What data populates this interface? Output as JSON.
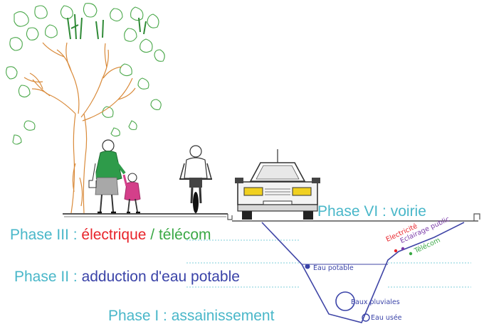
{
  "phases": {
    "phase6": {
      "label": "Phase VI : voirie"
    },
    "phase3": {
      "prefix": "Phase III : ",
      "electric": "électrique",
      "sep": " / ",
      "telecom": "télécom"
    },
    "phase2": {
      "prefix": "Phase II : ",
      "water": "adduction d'eau potable"
    },
    "phase1": {
      "label": "Phase I : assainissement"
    }
  },
  "network_labels": {
    "eau_potable": "Eau potable",
    "eaux_pluviales": "Eaux pluviales",
    "eau_usee": "Eau usée",
    "electricite": "Electricité",
    "eclairage_public": "Eclairage public",
    "telecom": "Télécom"
  },
  "colors": {
    "phase_text": "#49b7c9",
    "electric": "#e8232a",
    "telecom": "#3aa845",
    "water": "#3a43a8",
    "trench": "#3f45a6",
    "ground": "#555555",
    "dashed_level": "#7fcfd8",
    "tree_foliage": "#4aa84a",
    "tree_trunk": "#d98a3a",
    "woman_coat": "#2e9b4a",
    "child_coat": "#d43f8a",
    "car_lights": "#f0d020"
  },
  "icons": [
    "tree-illustration",
    "pedestrian-woman",
    "pedestrian-child",
    "cyclist",
    "car"
  ]
}
